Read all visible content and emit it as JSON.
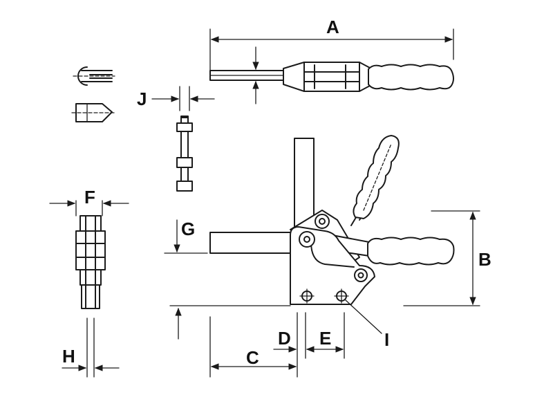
{
  "dimension_labels": {
    "A": "A",
    "B": "B",
    "C": "C",
    "D": "D",
    "E": "E",
    "F": "F",
    "G": "G",
    "H": "H",
    "I": "I",
    "J": "J"
  },
  "colors": {
    "line": "#1a1a1a",
    "background": "#ffffff"
  }
}
